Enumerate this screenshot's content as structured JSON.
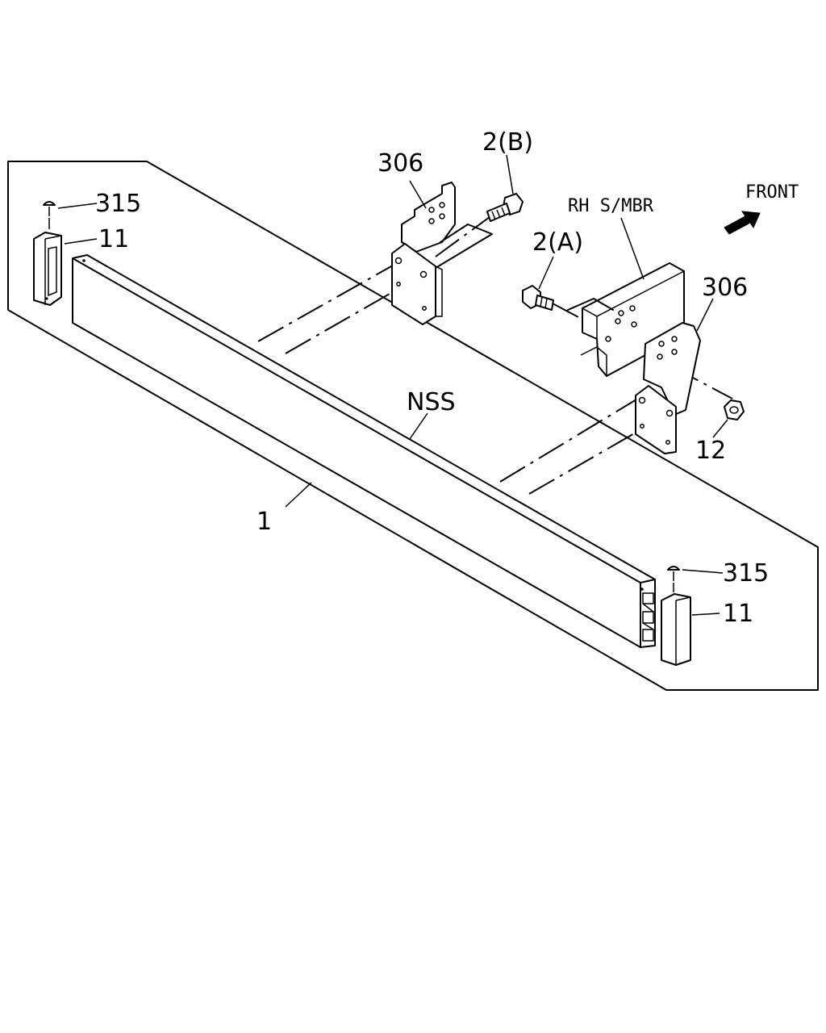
{
  "labels": {
    "bumper": "1",
    "bolt_a": "2(A)",
    "bolt_b": "2(B)",
    "nut": "12",
    "cap_left": "11",
    "cap_right": "11",
    "screw_left": "315",
    "screw_right": "315",
    "bracket_left": "306",
    "bracket_right": "306",
    "nss": "NSS",
    "side_member": "RH  S/MBR",
    "front": "FRONT"
  }
}
